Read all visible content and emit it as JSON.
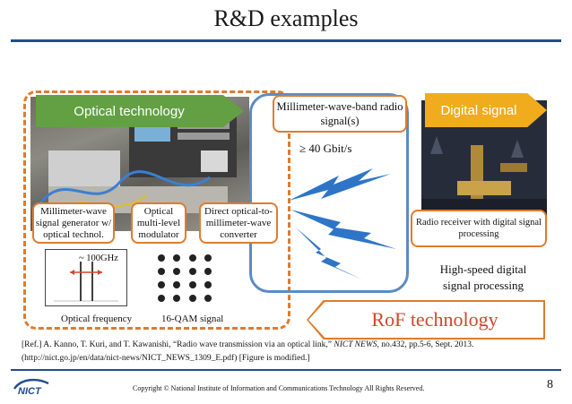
{
  "slide": {
    "title": "R&D examples",
    "page_number": "8",
    "copyright": "Copyright © National Institute of Information and Communications Technology All Rights Reserved.",
    "logo_text": "NICT"
  },
  "banners": {
    "optical": "Optical technology",
    "digital": "Digital signal"
  },
  "labels": {
    "mmw": "Millimeter-wave-band radio signal(s)",
    "gbit": "≥ 40 Gbit/s",
    "generator": "Millimeter-wave signal generator w/ optical technol.",
    "modulator": "Optical multi-level modulator",
    "converter": "Direct optical-to-millimeter-wave converter",
    "receiver": "Radio receiver with digital signal processing",
    "dsp": "High-speed digital signal processing",
    "rof": "RoF technology",
    "spectrum_spacing": "~ 100GHz",
    "optical_frequency": "Optical frequency",
    "qam": "16-QAM signal"
  },
  "reference": {
    "line1_prefix": "[Ref.] A. Kanno, T. Kuri, and T. Kawanishi, “Radio wave transmission via an optical link,” ",
    "line1_journal": "NICT NEWS",
    "line1_suffix": ", no.432, pp.5-6, Sept. 2013.",
    "line2": "(http://nict.go.jp/en/data/nict-news/NICT_NEWS_1309_E.pdf) [Figure is modified.]"
  },
  "colors": {
    "rule_blue": "#1f4e8c",
    "optical_green": "#62a043",
    "digital_yellow": "#f0ac1c",
    "frame_orange": "#e07b2c",
    "frame_blue": "#5b8cc2",
    "lightning_blue": "#2e75c7",
    "rof_red": "#d2452b"
  }
}
